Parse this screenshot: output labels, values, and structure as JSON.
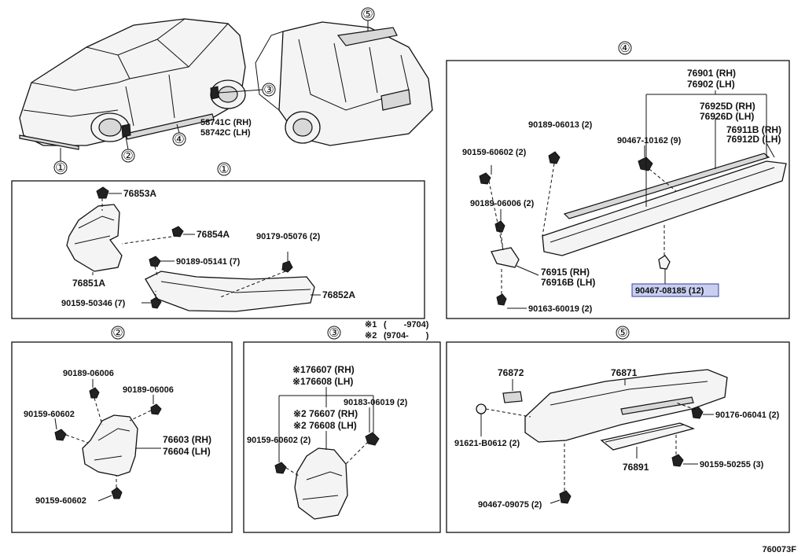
{
  "diagram": {
    "figure_code": "760073F",
    "note": {
      "line1_mark": "※1",
      "line1_range": "(　　-9704)",
      "line2_mark": "※2",
      "line2_range": "(9704-　　)"
    },
    "overview": {
      "callouts": [
        "①",
        "②",
        "③",
        "④",
        "⑤"
      ],
      "mudguard_front": [
        "58741C (RH)",
        "58742C (LH)"
      ]
    },
    "section1": {
      "id": "①",
      "parts": [
        "76853A",
        "76854A",
        "90179-05076 (2)",
        "90189-05141 (7)",
        "76851A",
        "90159-50346 (7)",
        "76852A"
      ]
    },
    "section2": {
      "id": "②",
      "parts": [
        "90189-06006",
        "90189-06006",
        "90159-60602",
        "76603 (RH)",
        "76604 (LH)",
        "90159-60602"
      ]
    },
    "section3": {
      "id": "③",
      "parts": [
        "※176607 (RH)",
        "※176608 (LH)",
        "90183-06019 (2)",
        "※2 76607 (RH)",
        "※2 76608 (LH)",
        "90159-60602 (2)"
      ]
    },
    "section4": {
      "id": "④",
      "parts": [
        "76901 (RH)",
        "76902 (LH)",
        "76925D (RH)",
        "76926D (LH)",
        "90189-06013 (2)",
        "90467-10162 (9)",
        "76911B (RH)",
        "76912D (LH)",
        "90159-60602 (2)",
        "90189-06006 (2)",
        "76915 (RH)",
        "76916B (LH)",
        "90467-08185 (12)",
        "90163-60019 (2)"
      ],
      "highlighted_part": "90467-08185 (12)"
    },
    "section5": {
      "id": "⑤",
      "parts": [
        "76872",
        "76871",
        "90176-06041 (2)",
        "91621-B0612 (2)",
        "76891",
        "90159-50255 (3)",
        "90467-09075 (2)"
      ]
    }
  }
}
